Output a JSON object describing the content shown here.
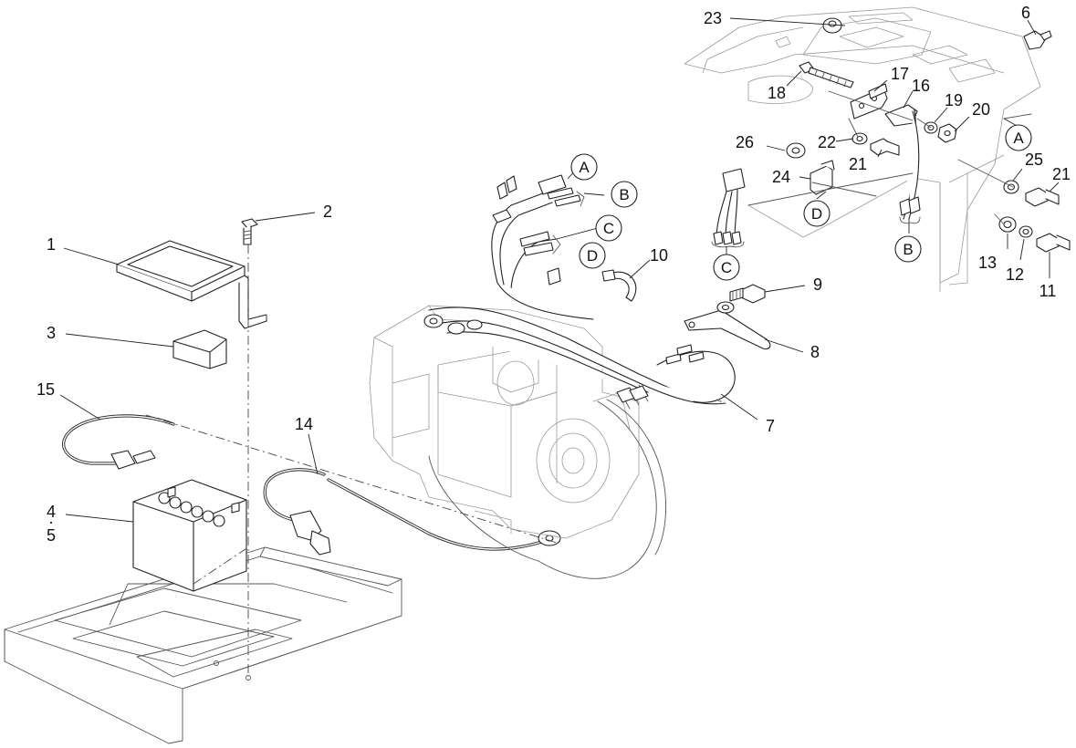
{
  "callouts": {
    "n1": "1",
    "n2": "2",
    "n3": "3",
    "n4": "4",
    "n4b": "·",
    "n5": "5",
    "n6": "6",
    "n7": "7",
    "n8": "8",
    "n9": "9",
    "n10": "10",
    "n11": "11",
    "n12": "12",
    "n13": "13",
    "n14": "14",
    "n15": "15",
    "n16": "16",
    "n17": "17",
    "n18": "18",
    "n19": "19",
    "n20": "20",
    "n21a": "21",
    "n21b": "21",
    "n22": "22",
    "n23": "23",
    "n24": "24",
    "n25": "25",
    "n26": "26"
  },
  "connectors": {
    "a1": "A",
    "a2": "A",
    "b1": "B",
    "b2": "B",
    "c1": "C",
    "c2": "C",
    "d1": "D",
    "d2": "D"
  },
  "colors": {
    "line": "#222222",
    "ghost": "#9a9a9a",
    "background": "#ffffff"
  }
}
